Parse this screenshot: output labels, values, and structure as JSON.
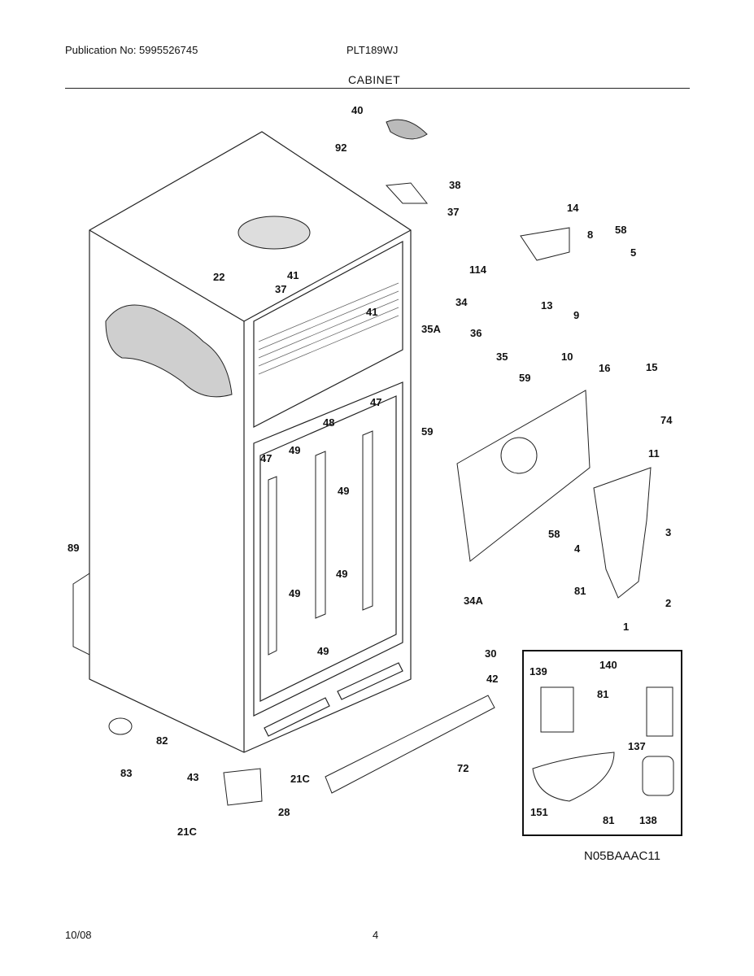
{
  "header": {
    "publication": "Publication No: 5995526745",
    "model": "PLT189WJ",
    "section": "CABINET"
  },
  "diagram_code": "N05BAAAC11",
  "footer": {
    "date": "10/08",
    "page": "4"
  },
  "callouts": [
    "40",
    "92",
    "38",
    "37",
    "114",
    "14",
    "8",
    "58",
    "5",
    "13",
    "9",
    "22",
    "41",
    "37",
    "41",
    "34",
    "36",
    "35A",
    "35",
    "59",
    "59",
    "10",
    "16",
    "15",
    "74",
    "11",
    "47",
    "49",
    "48",
    "47",
    "49",
    "58",
    "4",
    "3",
    "2",
    "1",
    "81",
    "89",
    "49",
    "49",
    "49",
    "34A",
    "30",
    "42",
    "139",
    "140",
    "81",
    "137",
    "138",
    "151",
    "81",
    "82",
    "83",
    "43",
    "21C",
    "28",
    "21C",
    "72"
  ]
}
